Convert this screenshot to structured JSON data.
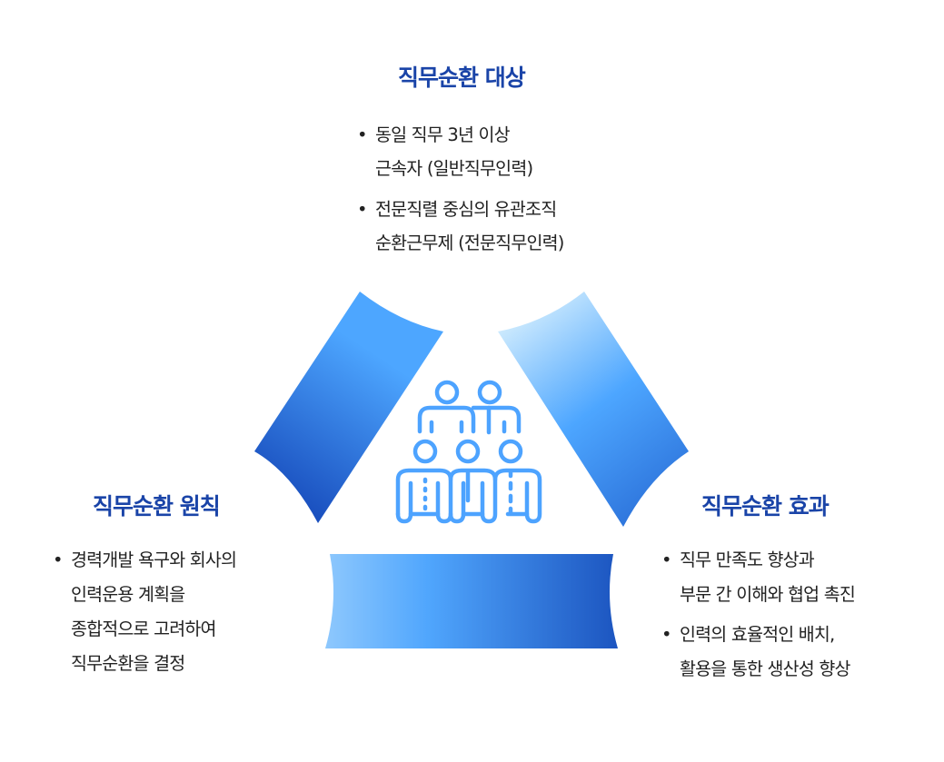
{
  "top": {
    "title": "직무순환 대상",
    "items": [
      {
        "lines": [
          "동일 직무 3년 이상",
          "근속자 (일반직무인력)"
        ]
      },
      {
        "lines": [
          "전문직렬 중심의 유관조직",
          "순환근무제 (전문직무인력)"
        ]
      }
    ]
  },
  "left": {
    "title": "직무순환 원칙",
    "items": [
      {
        "lines": [
          "경력개발 욕구와 회사의",
          "인력운용 계획을",
          "종합적으로 고려하여",
          "직무순환을 결정"
        ]
      }
    ]
  },
  "right": {
    "title": "직무순환 효과",
    "items": [
      {
        "lines": [
          "직무 만족도 향상과",
          "부문 간 이해와 협업 촉진"
        ]
      },
      {
        "lines": [
          "인력의 효율적인 배치,",
          "활용을 통한 생산성 향상"
        ]
      }
    ]
  },
  "colors": {
    "title": "#1a44a8",
    "icon": "#4da3ff",
    "dark_blue": "#1a4fbf",
    "mid_blue": "#4da6ff",
    "light_blue": "#d2ecfd"
  },
  "center_icon": "team-people-icon"
}
